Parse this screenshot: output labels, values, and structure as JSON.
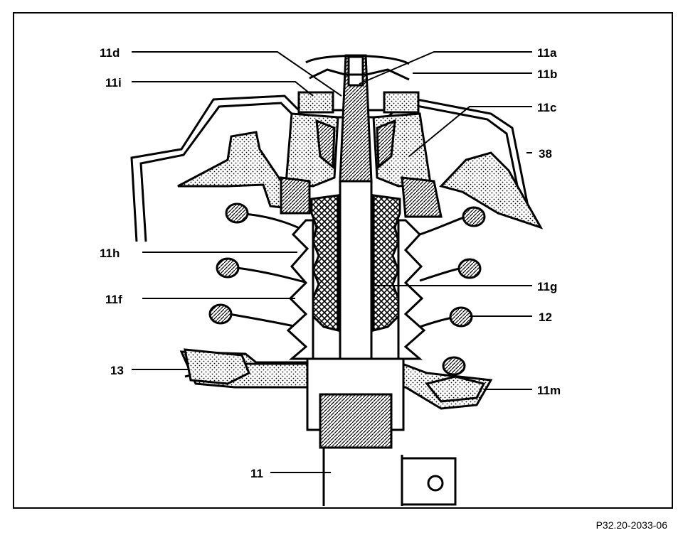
{
  "labels": {
    "l11a": "11a",
    "l11b": "11b",
    "l11c": "11c",
    "l11d": "11d",
    "l11i": "11i",
    "l11h": "11h",
    "l11f": "11f",
    "l11g": "11g",
    "l13": "13",
    "l11m": "11m",
    "l11": "11",
    "l38": "38",
    "l12": "12"
  },
  "reference": "P32.20-2033-06"
}
